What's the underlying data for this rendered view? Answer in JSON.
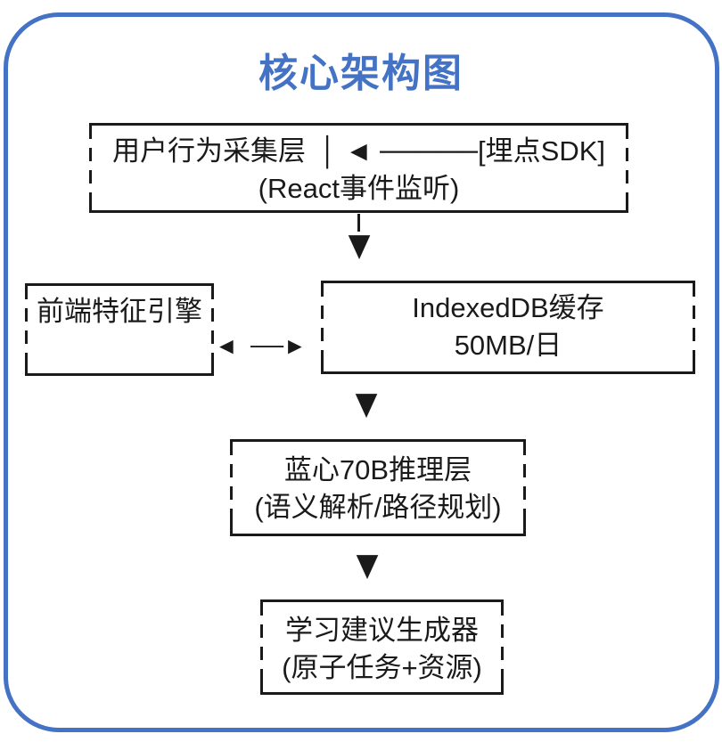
{
  "diagram": {
    "title": "核心架构图",
    "accent_color": "#4472C4",
    "line_color": "#1a1a1a"
  },
  "nodes": {
    "collect": {
      "label": "用户行为采集层",
      "annotation": "│ ◄ ─────[埋点SDK]",
      "sub": "(React事件监听)"
    },
    "feature": {
      "label": "前端特征引擎"
    },
    "cache": {
      "label": "IndexedDB缓存",
      "sub": "50MB/日"
    },
    "inference": {
      "label": "蓝心70B推理层",
      "sub": "(语义解析/路径规划)"
    },
    "generator": {
      "label": "学习建议生成器",
      "sub": "(原子任务+资源)"
    }
  },
  "icons": {
    "down_arrow": "▼",
    "bidirectional_arrow": "◄  ──►"
  }
}
